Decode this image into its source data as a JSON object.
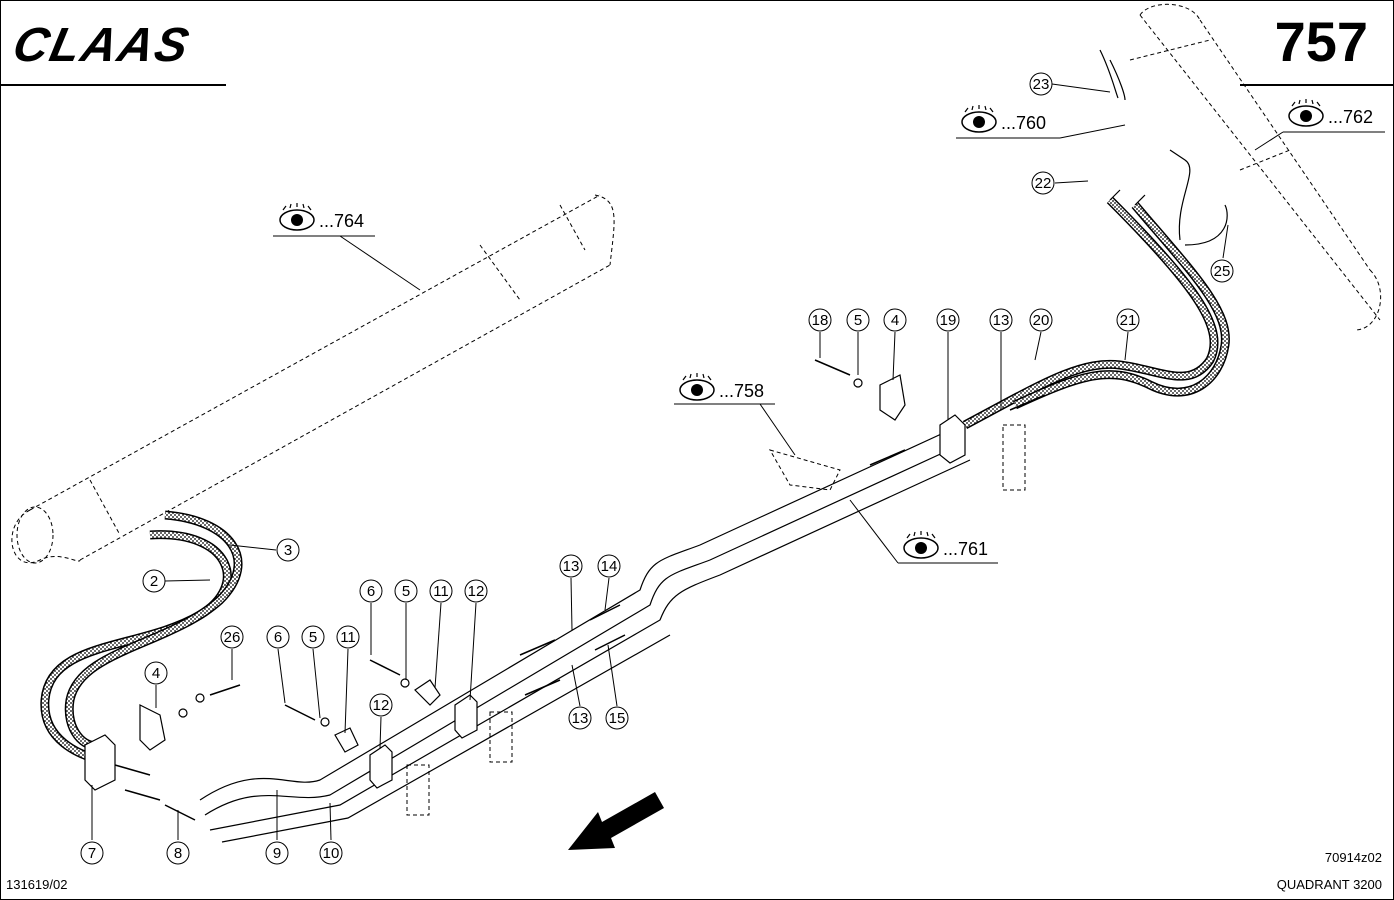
{
  "header": {
    "brand": "CLAAS",
    "page_number": "757"
  },
  "footer": {
    "doc_id": "131619/02",
    "drawing_id": "70914z02",
    "model": "QUADRANT 3200"
  },
  "refs": [
    {
      "text": "...764"
    },
    {
      "text": "...758"
    },
    {
      "text": "...760"
    },
    {
      "text": "...762"
    },
    {
      "text": "...761"
    }
  ],
  "callouts": [
    "23",
    "22",
    "25",
    "18",
    "5",
    "4",
    "19",
    "13",
    "20",
    "21",
    "3",
    "2",
    "4",
    "26",
    "6",
    "5",
    "11",
    "6",
    "5",
    "11",
    "12",
    "12",
    "13",
    "14",
    "13",
    "15",
    "7",
    "8",
    "9",
    "10"
  ],
  "icons": {
    "view_ref": "eye-icon",
    "direction": "arrow-icon"
  }
}
